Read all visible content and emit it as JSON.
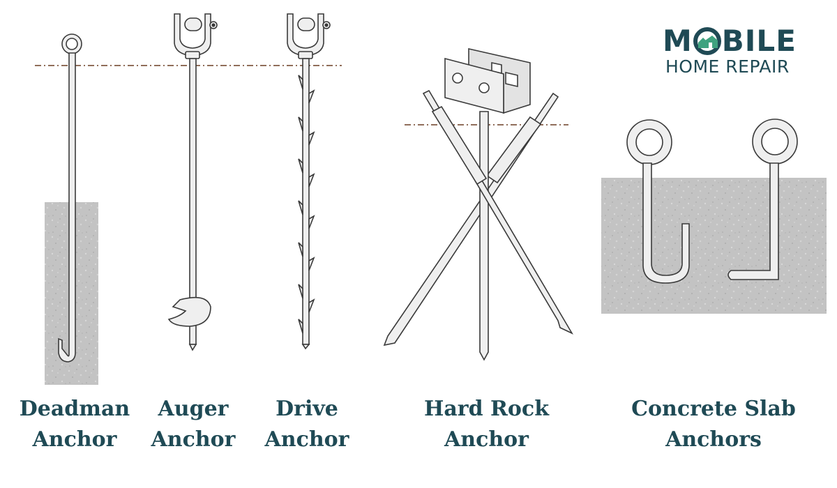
{
  "brand": {
    "word1_start": "M",
    "word1_end": "BILE",
    "word2": "HOME REPAIR"
  },
  "anchors": [
    {
      "line1": "Deadman",
      "line2": "Anchor"
    },
    {
      "line1": "Auger",
      "line2": "Anchor"
    },
    {
      "line1": "Drive",
      "line2": "Anchor"
    },
    {
      "line1": "Hard Rock",
      "line2": "Anchor"
    },
    {
      "line1": "Concrete Slab",
      "line2": "Anchors"
    }
  ],
  "colors": {
    "label": "#1f4a55",
    "metal_fill": "#efefef",
    "metal_stroke": "#3a3a3a",
    "concrete": "#c3c3c3",
    "ground_line": "#6b3f24",
    "logo_accent": "#3fa27f"
  }
}
